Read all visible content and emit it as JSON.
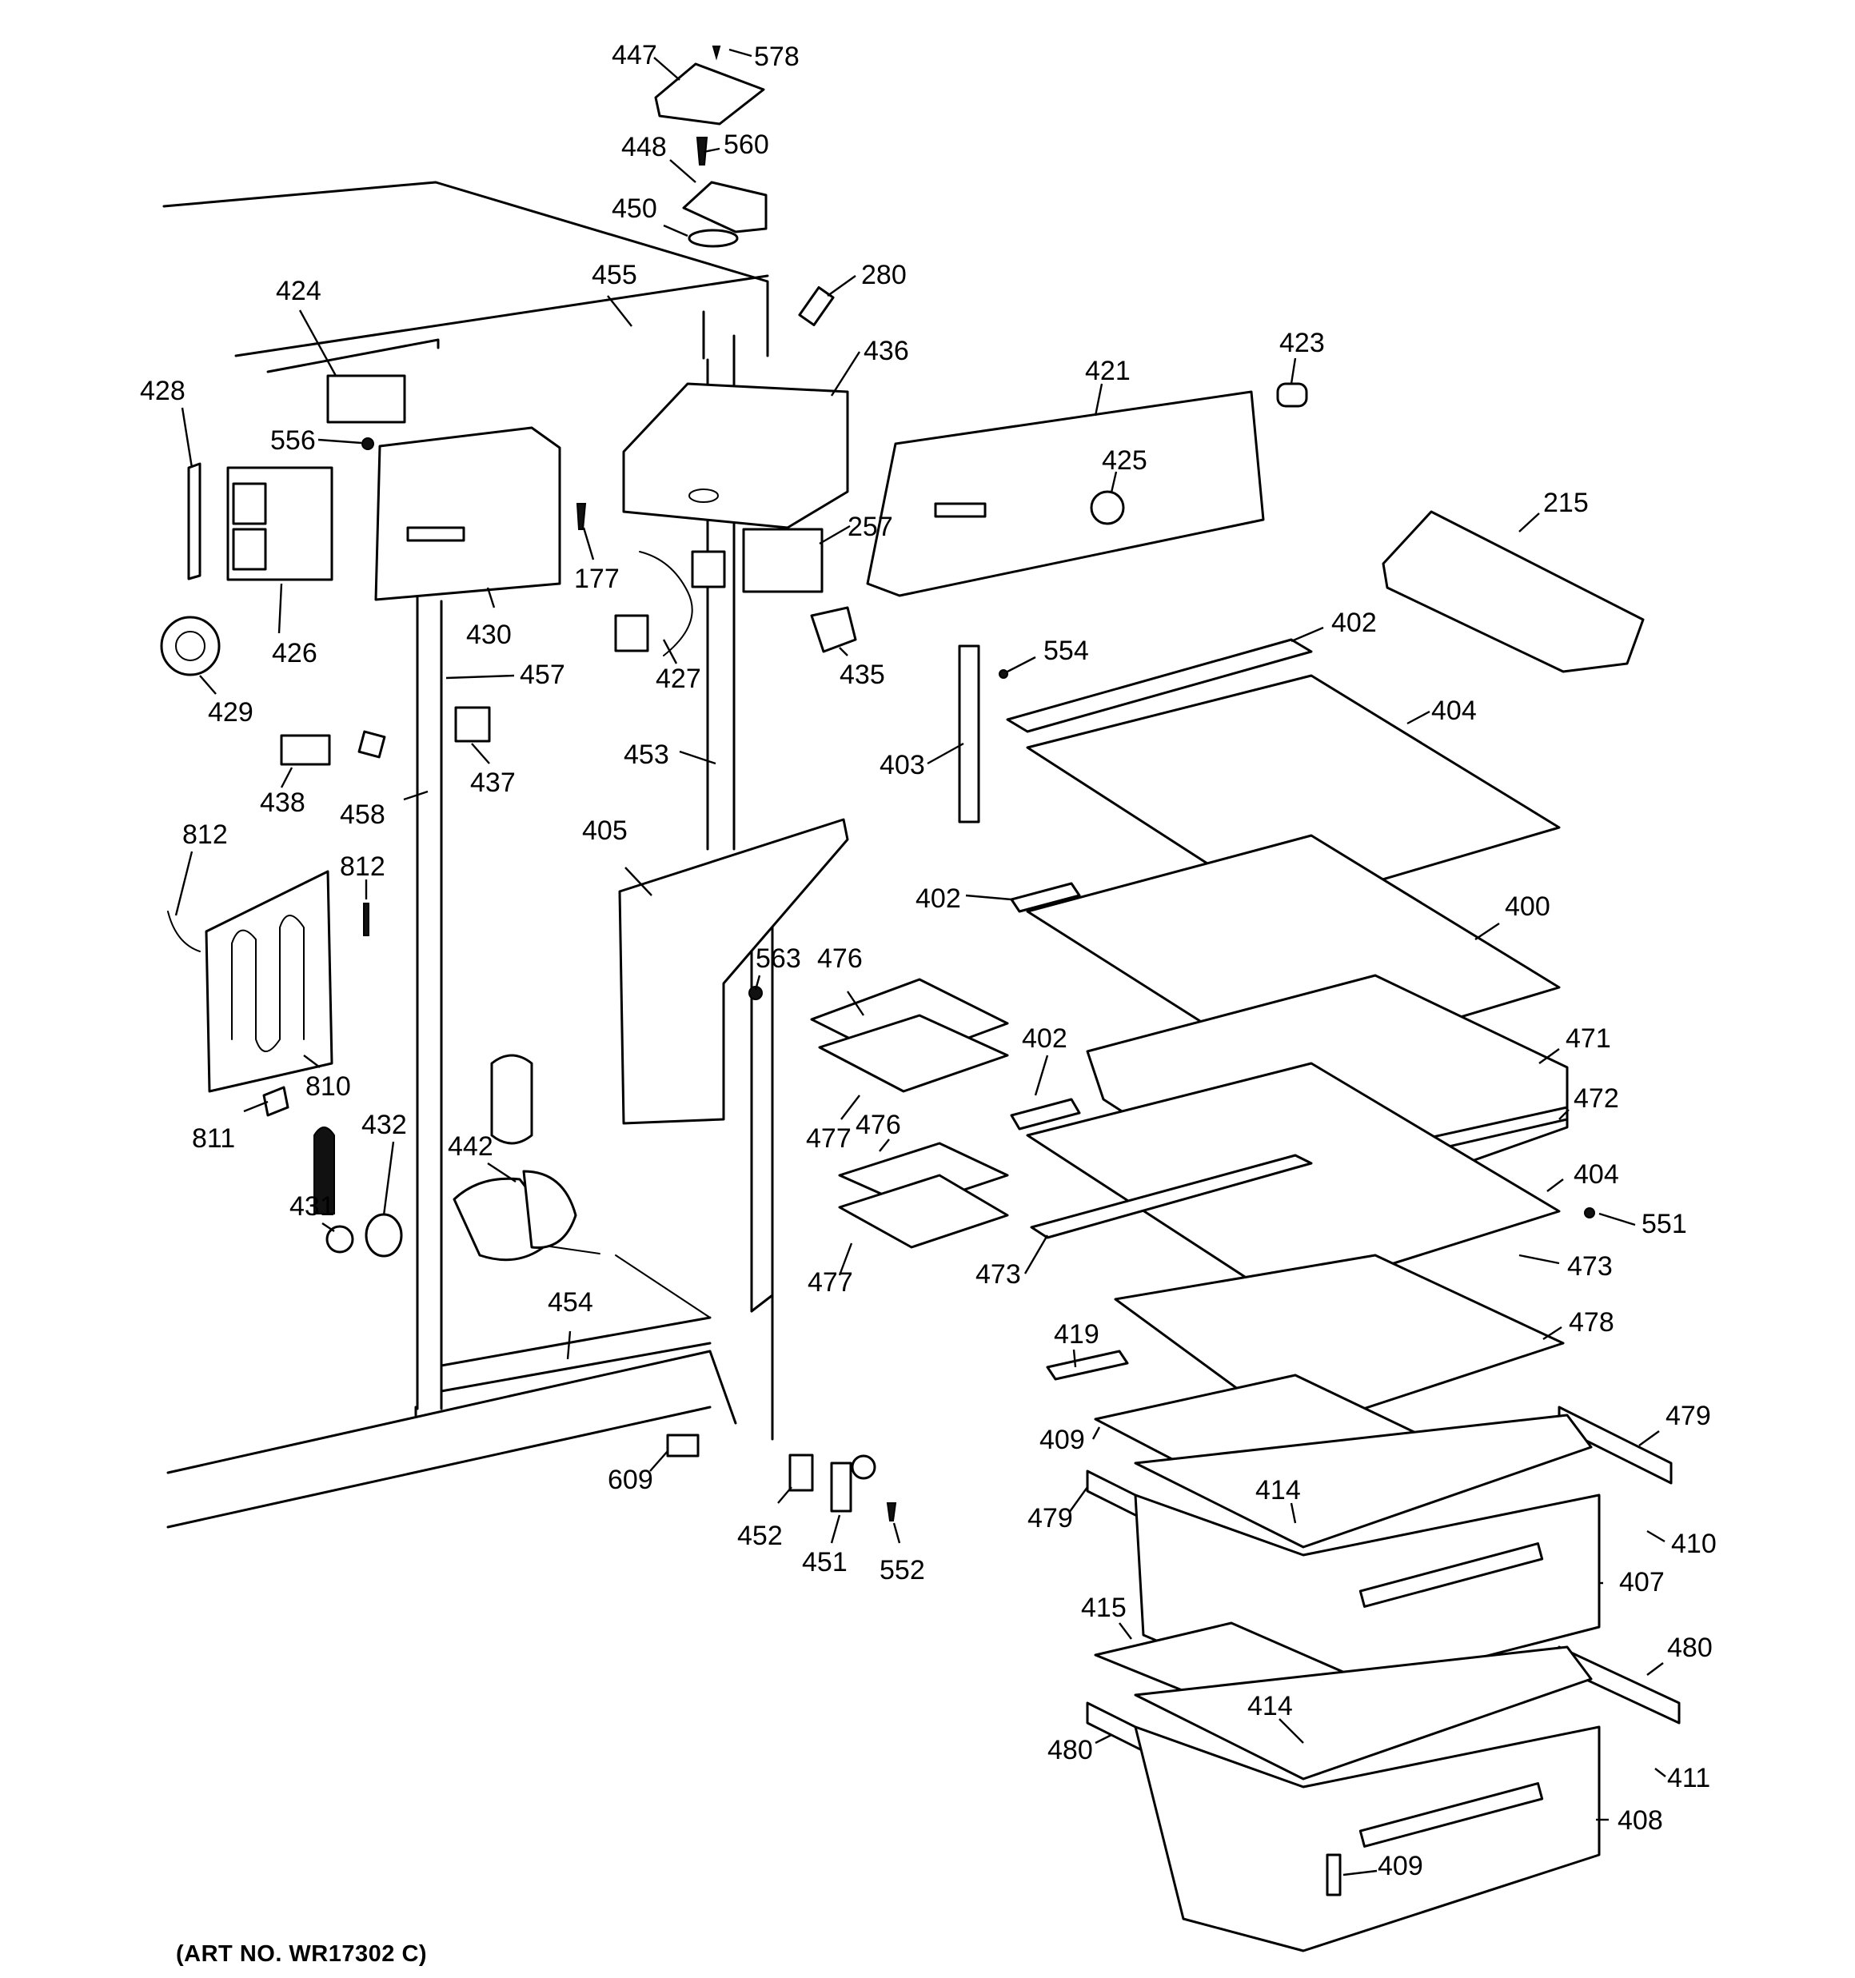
{
  "art_number": "(ART NO. WR17302 C)",
  "callouts": [
    {
      "id": "c447",
      "text": "447"
    },
    {
      "id": "c578",
      "text": "578"
    },
    {
      "id": "c448",
      "text": "448"
    },
    {
      "id": "c560",
      "text": "560"
    },
    {
      "id": "c450",
      "text": "450"
    },
    {
      "id": "c455",
      "text": "455"
    },
    {
      "id": "c280",
      "text": "280"
    },
    {
      "id": "c424",
      "text": "424"
    },
    {
      "id": "c436",
      "text": "436"
    },
    {
      "id": "c421",
      "text": "421"
    },
    {
      "id": "c423",
      "text": "423"
    },
    {
      "id": "c428",
      "text": "428"
    },
    {
      "id": "c556",
      "text": "556"
    },
    {
      "id": "c425",
      "text": "425"
    },
    {
      "id": "c257",
      "text": "257"
    },
    {
      "id": "c215",
      "text": "215"
    },
    {
      "id": "c177",
      "text": "177"
    },
    {
      "id": "c430",
      "text": "430"
    },
    {
      "id": "c426",
      "text": "426"
    },
    {
      "id": "c427",
      "text": "427"
    },
    {
      "id": "c435",
      "text": "435"
    },
    {
      "id": "c402a",
      "text": "402"
    },
    {
      "id": "c554",
      "text": "554"
    },
    {
      "id": "c457",
      "text": "457"
    },
    {
      "id": "c429",
      "text": "429"
    },
    {
      "id": "c404a",
      "text": "404"
    },
    {
      "id": "c453",
      "text": "453"
    },
    {
      "id": "c403",
      "text": "403"
    },
    {
      "id": "c437",
      "text": "437"
    },
    {
      "id": "c438",
      "text": "438"
    },
    {
      "id": "c458",
      "text": "458"
    },
    {
      "id": "c812a",
      "text": "812"
    },
    {
      "id": "c405",
      "text": "405"
    },
    {
      "id": "c812b",
      "text": "812"
    },
    {
      "id": "c402b",
      "text": "402"
    },
    {
      "id": "c400",
      "text": "400"
    },
    {
      "id": "c563",
      "text": "563"
    },
    {
      "id": "c476a",
      "text": "476"
    },
    {
      "id": "c471",
      "text": "471"
    },
    {
      "id": "c402c",
      "text": "402"
    },
    {
      "id": "c810",
      "text": "810"
    },
    {
      "id": "c472",
      "text": "472"
    },
    {
      "id": "c811",
      "text": "811"
    },
    {
      "id": "c432",
      "text": "432"
    },
    {
      "id": "c477a",
      "text": "477"
    },
    {
      "id": "c476b",
      "text": "476"
    },
    {
      "id": "c442",
      "text": "442"
    },
    {
      "id": "c404b",
      "text": "404"
    },
    {
      "id": "c431",
      "text": "431"
    },
    {
      "id": "c551",
      "text": "551"
    },
    {
      "id": "c473a",
      "text": "473"
    },
    {
      "id": "c473b",
      "text": "473"
    },
    {
      "id": "c477b",
      "text": "477"
    },
    {
      "id": "c454",
      "text": "454"
    },
    {
      "id": "c419",
      "text": "419"
    },
    {
      "id": "c478",
      "text": "478"
    },
    {
      "id": "c479a",
      "text": "479"
    },
    {
      "id": "c409a",
      "text": "409"
    },
    {
      "id": "c609",
      "text": "609"
    },
    {
      "id": "c414a",
      "text": "414"
    },
    {
      "id": "c479b",
      "text": "479"
    },
    {
      "id": "c452",
      "text": "452"
    },
    {
      "id": "c410",
      "text": "410"
    },
    {
      "id": "c451",
      "text": "451"
    },
    {
      "id": "c552",
      "text": "552"
    },
    {
      "id": "c407",
      "text": "407"
    },
    {
      "id": "c415",
      "text": "415"
    },
    {
      "id": "c480a",
      "text": "480"
    },
    {
      "id": "c414b",
      "text": "414"
    },
    {
      "id": "c480b",
      "text": "480"
    },
    {
      "id": "c411",
      "text": "411"
    },
    {
      "id": "c408",
      "text": "408"
    },
    {
      "id": "c409b",
      "text": "409"
    }
  ]
}
